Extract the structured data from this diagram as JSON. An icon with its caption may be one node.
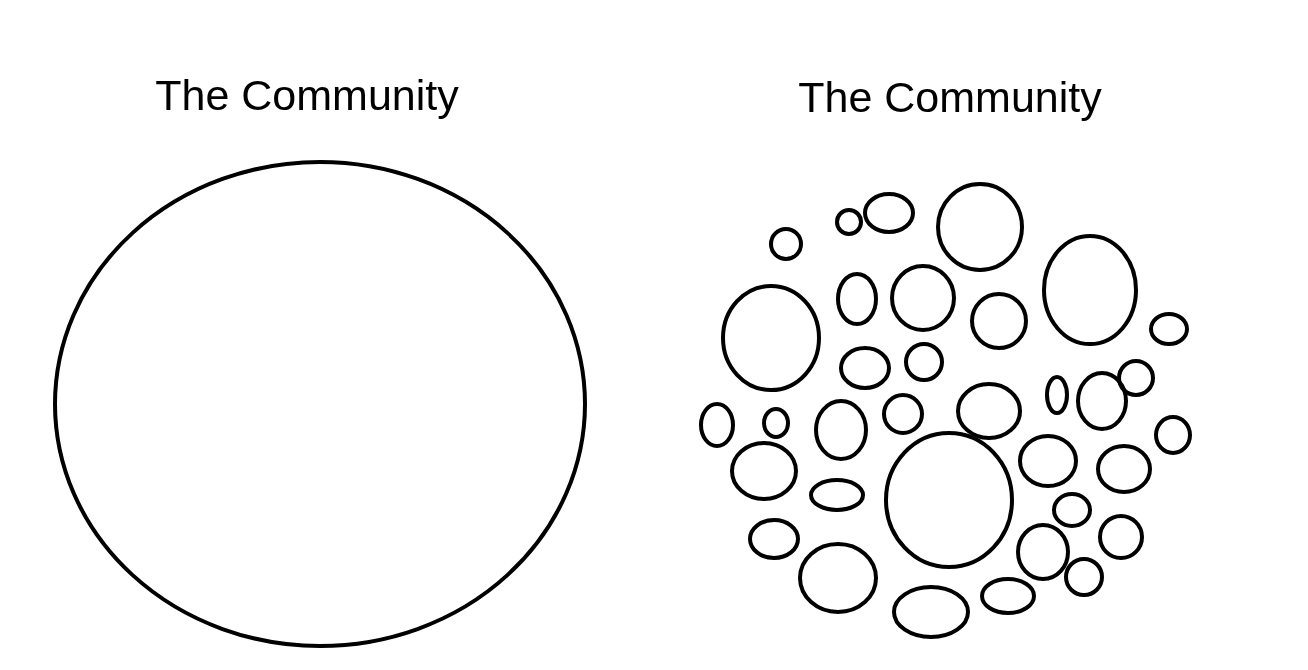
{
  "diagram": {
    "nodes": [
      {
        "text": [
          "The Community"
        ]
      },
      {
        "text": [],
        "shape": "circle"
      },
      {
        "text": [],
        "shape": "circle"
      },
      {
        "text": [],
        "shape": "circle"
      },
      {
        "text": [],
        "shape": "circle"
      },
      {
        "text": [],
        "shape": "circle"
      },
      {
        "text": [],
        "shape": "circle"
      },
      {
        "text": [],
        "shape": "circle"
      },
      {
        "text": [],
        "shape": "circle"
      },
      {
        "text": [],
        "shape": "circle"
      },
      {
        "text": [],
        "shape": "circle"
      },
      {
        "text": [],
        "shape": "circle"
      },
      {
        "text": [],
        "shape": "circle"
      },
      {
        "text": [],
        "shape": "circle"
      },
      {
        "text": [],
        "shape": "circle"
      },
      {
        "text": [],
        "shape": "circle"
      },
      {
        "text": [],
        "shape": "circle"
      },
      {
        "text": [],
        "shape": "circle"
      },
      {
        "text": [],
        "shape": "circle"
      },
      {
        "text": [],
        "shape": "circle"
      },
      {
        "text": [],
        "shape": "circle"
      },
      {
        "text": [],
        "shape": "circle"
      },
      {
        "text": [],
        "shape": "circle"
      },
      {
        "text": [],
        "shape": "circle"
      },
      {
        "text": [],
        "shape": "circle"
      },
      {
        "text": [],
        "shape": "circle"
      },
      {
        "text": [],
        "shape": "circle"
      },
      {
        "text": [],
        "shape": "circle"
      },
      {
        "text": [],
        "shape": "circle"
      },
      {
        "text": [],
        "shape": "circle"
      },
      {
        "text": [],
        "shape": "circle"
      },
      {
        "text": [],
        "shape": "circle"
      },
      {
        "text": [],
        "shape": "circle"
      },
      {
        "text": [],
        "shape": "circle"
      },
      {
        "text": [],
        "shape": "circle"
      }
    ],
    "labels": [
      "The Community"
    ]
  }
}
